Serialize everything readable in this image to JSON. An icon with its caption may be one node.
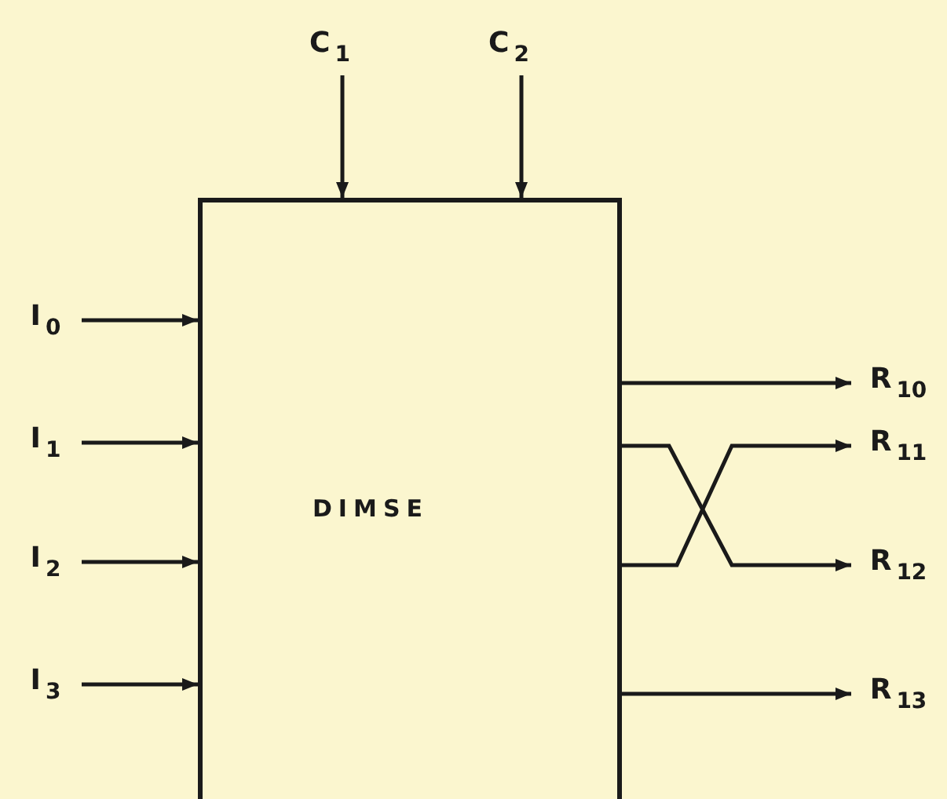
{
  "diagram": {
    "nodes": [
      {
        "text": [
          "DIMSE"
        ]
      },
      {
        "text": [
          "C$_{1}$"
        ]
      },
      {
        "text": [
          "C$_{2}$"
        ]
      },
      {
        "text": [
          "I$_{0}$"
        ]
      },
      {
        "text": [
          "I$_{1}$"
        ]
      },
      {
        "text": [
          "I$_{2}$"
        ]
      },
      {
        "text": [
          "I$_{3}$"
        ]
      },
      {
        "text": [
          "R$_{10}$"
        ]
      },
      {
        "text": [
          "R$_{11}$"
        ]
      },
      {
        "text": [
          "R$_{12}$"
        ]
      },
      {
        "text": [
          "R$_{13}$"
        ]
      }
    ],
    "edges": [
      {
        "from": 1,
        "to": 0,
        "arrow": "to"
      },
      {
        "from": 2,
        "to": 0,
        "arrow": "to"
      },
      {
        "from": 3,
        "to": 0,
        "arrow": "to"
      },
      {
        "from": 4,
        "to": 0,
        "arrow": "to"
      },
      {
        "from": 5,
        "to": 0,
        "arrow": "to"
      },
      {
        "from": 6,
        "to": 0,
        "arrow": "to"
      },
      {
        "from": 0,
        "to": 7,
        "arrow": "to"
      },
      {
        "from": 0,
        "to": 8,
        "arrow": "to"
      },
      {
        "from": 0,
        "to": 9,
        "arrow": "to"
      },
      {
        "from": 0,
        "to": 10,
        "arrow": "to"
      }
    ]
  }
}
